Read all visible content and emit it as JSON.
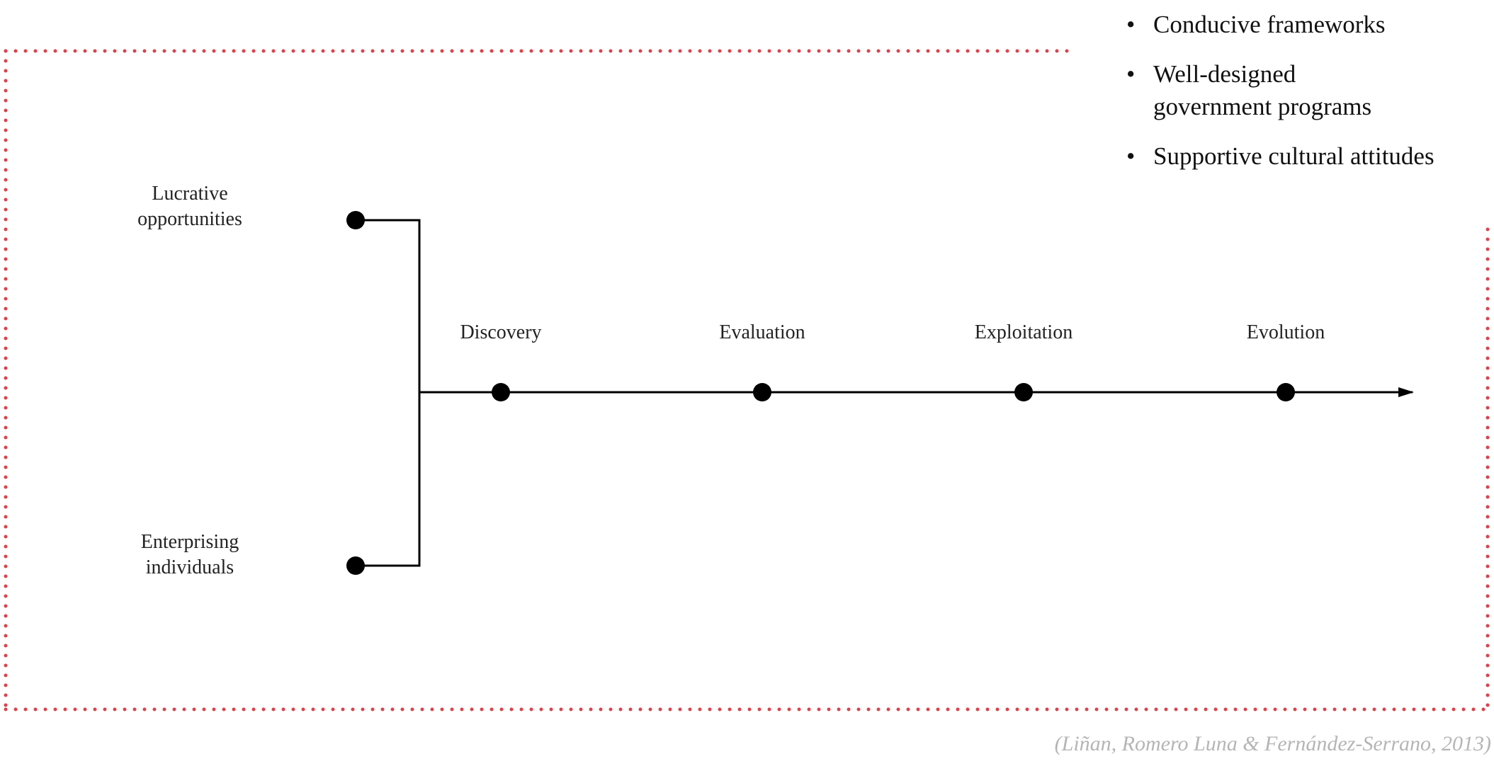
{
  "inputs": {
    "top": "Lucrative opportunities",
    "top_line1": "Lucrative",
    "top_line2": "opportunities",
    "bottom": "Enterprising individuals",
    "bottom_line1": "Enterprising",
    "bottom_line2": "individuals"
  },
  "stages": [
    {
      "label": "Discovery"
    },
    {
      "label": "Evaluation"
    },
    {
      "label": "Exploitation"
    },
    {
      "label": "Evolution"
    }
  ],
  "factors": {
    "bullet": "•",
    "items": [
      {
        "line1": "Conducive frameworks",
        "line2": ""
      },
      {
        "line1": "Well-designed",
        "line2": "government programs"
      },
      {
        "line1": "Supportive cultural attitudes",
        "line2": ""
      }
    ]
  },
  "citation": "(Liñan, Romero Luna & Fernández-Serrano, 2013)",
  "colors": {
    "border": "#d9434b",
    "line": "#000000",
    "node": "#000000",
    "citation": "#b5b5b5"
  }
}
